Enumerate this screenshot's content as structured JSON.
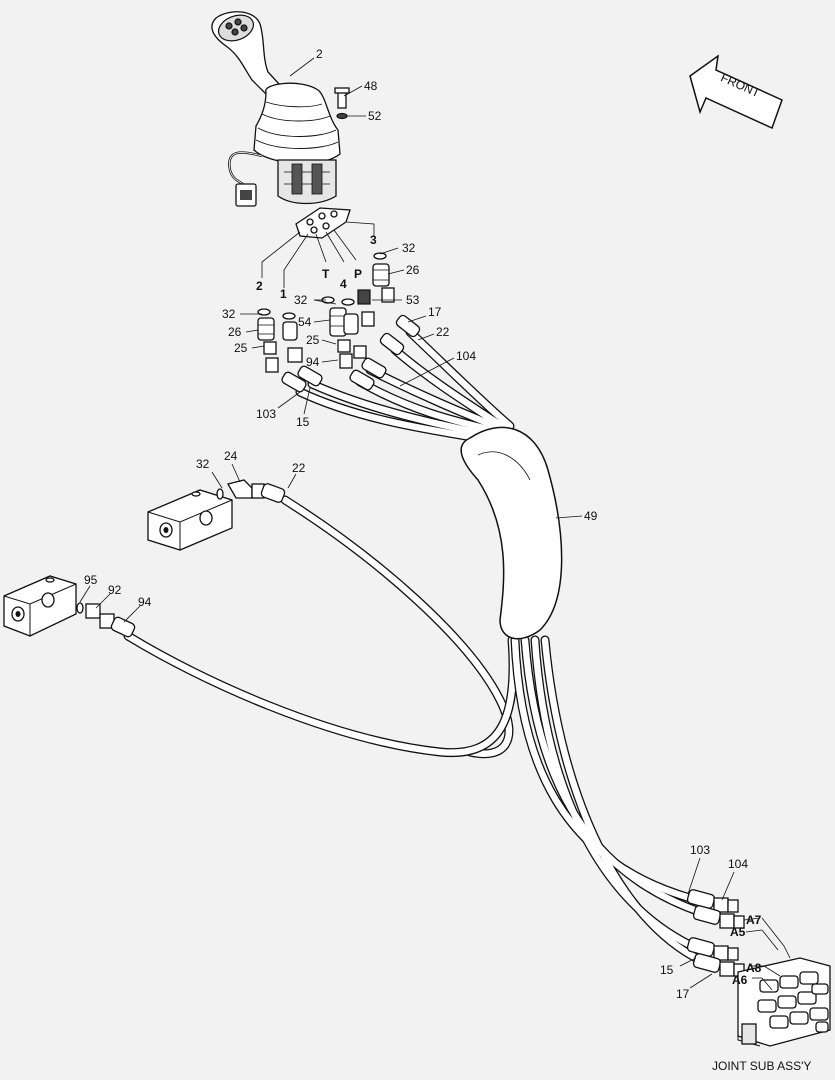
{
  "front_label": "FRONT",
  "assembly_label": "JOINT SUB ASS'Y",
  "colors": {
    "background": "#f2f2f2",
    "line": "#111111",
    "fill": "#ffffff"
  },
  "callouts": {
    "c2": "2",
    "c48": "48",
    "c52": "52",
    "p3": "3",
    "c32a": "32",
    "c26a": "26",
    "p2": "2",
    "p1": "1",
    "pT": "T",
    "p4": "4",
    "pP": "P",
    "c32b": "32",
    "c32c": "32",
    "c53": "53",
    "c26b": "26",
    "c54": "54",
    "c17a": "17",
    "c22a": "22",
    "c25a": "25",
    "c25b": "25",
    "c94a": "94",
    "c104a": "104",
    "c103a": "103",
    "c15a": "15",
    "c32d": "32",
    "c24": "24",
    "c22b": "22",
    "c49": "49",
    "c95": "95",
    "c92": "92",
    "c94b": "94",
    "c103b": "103",
    "c104b": "104",
    "a7": "A7",
    "a5": "A5",
    "a8": "A8",
    "a6": "A6",
    "c15b": "15",
    "c17b": "17"
  }
}
